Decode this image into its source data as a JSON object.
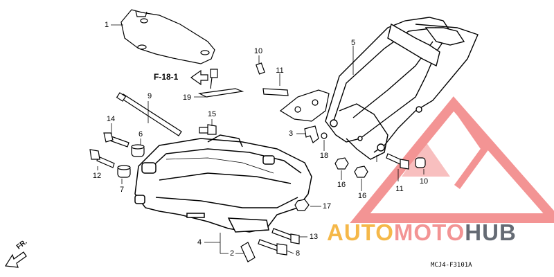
{
  "diagram": {
    "reference_label": "F-18-1",
    "diagram_code": "MCJ4-F3101A",
    "front_marker": "FR.",
    "callouts": [
      {
        "id": "c1",
        "text": "1"
      },
      {
        "id": "c2",
        "text": "2"
      },
      {
        "id": "c3",
        "text": "3"
      },
      {
        "id": "c4",
        "text": "4"
      },
      {
        "id": "c5",
        "text": "5"
      },
      {
        "id": "c6",
        "text": "6"
      },
      {
        "id": "c7",
        "text": "7"
      },
      {
        "id": "c8",
        "text": "8"
      },
      {
        "id": "c9",
        "text": "9"
      },
      {
        "id": "c10a",
        "text": "10"
      },
      {
        "id": "c10b",
        "text": "10"
      },
      {
        "id": "c11a",
        "text": "11"
      },
      {
        "id": "c11b",
        "text": "11"
      },
      {
        "id": "c12",
        "text": "12"
      },
      {
        "id": "c13",
        "text": "13"
      },
      {
        "id": "c14",
        "text": "14"
      },
      {
        "id": "c15",
        "text": "15"
      },
      {
        "id": "c16a",
        "text": "16"
      },
      {
        "id": "c16b",
        "text": "16"
      },
      {
        "id": "c17",
        "text": "17"
      },
      {
        "id": "c18",
        "text": "18"
      },
      {
        "id": "c19",
        "text": "19"
      }
    ]
  },
  "watermark": {
    "part1": "AUTO",
    "part2": "MOTO",
    "part3": "HUB",
    "color_primary": "#f5b23a",
    "color_secondary": "#ea3d3d",
    "color_dark": "#555b66"
  }
}
